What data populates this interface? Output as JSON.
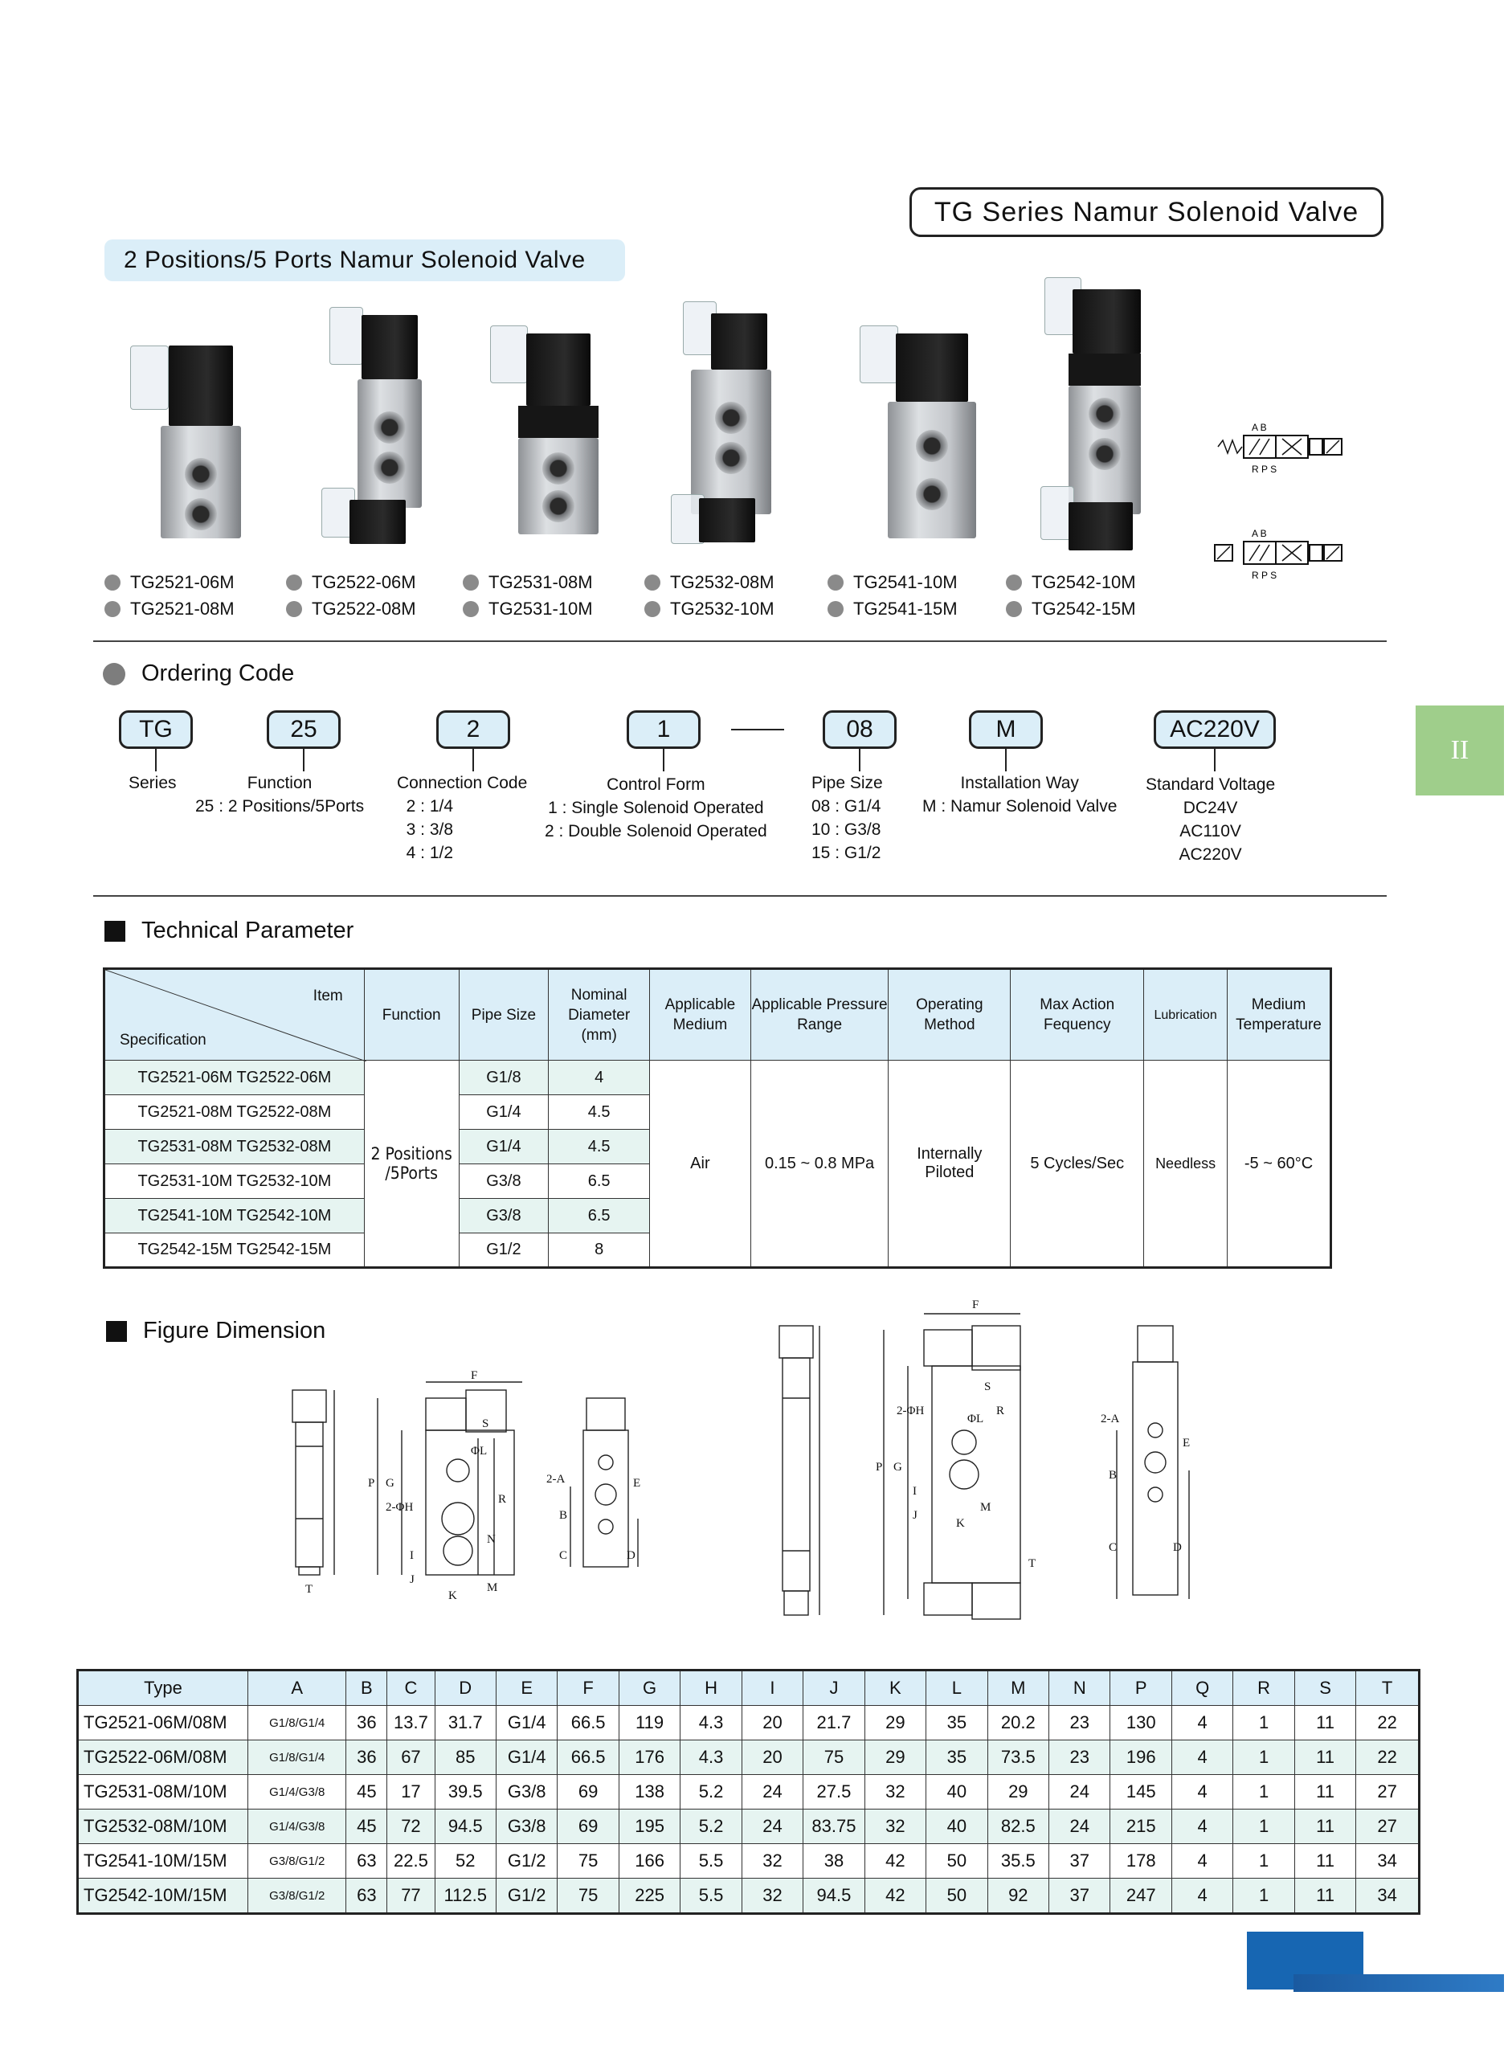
{
  "header": {
    "series_title": "TG Series Namur Solenoid Valve",
    "subtitle": "2 Positions/5 Ports Namur Solenoid Valve",
    "side_tab": "II"
  },
  "models": [
    [
      "TG2521-06M",
      "TG2521-08M"
    ],
    [
      "TG2522-06M",
      "TG2522-08M"
    ],
    [
      "TG2531-08M",
      "TG2531-10M"
    ],
    [
      "TG2532-08M",
      "TG2532-10M"
    ],
    [
      "TG2541-10M",
      "TG2541-15M"
    ],
    [
      "TG2542-10M",
      "TG2542-15M"
    ]
  ],
  "symbols": {
    "ports_top": "A  B",
    "ports_bottom": "R P S"
  },
  "ordering": {
    "heading": "Ordering Code",
    "codes": [
      "TG",
      "25",
      "2",
      "1",
      "08",
      "M",
      "AC220V"
    ],
    "series": "Series",
    "function": "Function\n25 : 2 Positions/5Ports",
    "connection": "Connection Code\n  2 : 1/4\n  3 : 3/8\n  4 : 1/2",
    "control": "Control Form\n1 : Single Solenoid Operated\n2 : Double Solenoid Operated",
    "pipe": "Pipe Size\n08 : G1/4\n10 : G3/8\n15 : G1/2",
    "install": "Installation Way\nM : Namur Solenoid Valve",
    "voltage": "Standard Voltage\nDC24V\nAC110V\nAC220V"
  },
  "tech": {
    "heading": "Technical Parameter",
    "corner_item": "Item",
    "corner_spec": "Specification",
    "headers": [
      "Function",
      "Pipe Size",
      "Nominal Diameter (mm)",
      "Applicable Medium",
      "Applicable Pressure Range",
      "Operating Method",
      "Max Action Fequency",
      "Lubrication",
      "Medium Temperature"
    ],
    "rows": [
      [
        "TG2521-06M  TG2522-06M",
        "G1/8",
        "4"
      ],
      [
        "TG2521-08M  TG2522-08M",
        "G1/4",
        "4.5"
      ],
      [
        "TG2531-08M  TG2532-08M",
        "G1/4",
        "4.5"
      ],
      [
        "TG2531-10M  TG2532-10M",
        "G3/8",
        "6.5"
      ],
      [
        "TG2541-10M  TG2542-10M",
        "G3/8",
        "6.5"
      ],
      [
        "TG2542-15M  TG2542-15M",
        "G1/2",
        "8"
      ]
    ],
    "function": "2 Positions /5Ports",
    "medium": "Air",
    "pressure": "0.15 ~ 0.8 MPa",
    "method": "Internally Piloted",
    "frequency": "5 Cycles/Sec",
    "lubrication": "Needless",
    "temperature": "-5 ~ 60°C"
  },
  "figure": {
    "heading": "Figure Dimension",
    "labels": [
      "F",
      "G",
      "P",
      "2-ΦH",
      "ΦL",
      "S",
      "R",
      "I",
      "J",
      "K",
      "M",
      "N",
      "T",
      "2-A",
      "E",
      "B",
      "C",
      "D"
    ]
  },
  "dims": {
    "headers": [
      "Type",
      "A",
      "B",
      "C",
      "D",
      "E",
      "F",
      "G",
      "H",
      "I",
      "J",
      "K",
      "L",
      "M",
      "N",
      "P",
      "Q",
      "R",
      "S",
      "T"
    ],
    "rows": [
      [
        "TG2521-06M/08M",
        "G1/8/G1/4",
        "36",
        "13.7",
        "31.7",
        "G1/4",
        "66.5",
        "119",
        "4.3",
        "20",
        "21.7",
        "29",
        "35",
        "20.2",
        "23",
        "130",
        "4",
        "1",
        "11",
        "22"
      ],
      [
        "TG2522-06M/08M",
        "G1/8/G1/4",
        "36",
        "67",
        "85",
        "G1/4",
        "66.5",
        "176",
        "4.3",
        "20",
        "75",
        "29",
        "35",
        "73.5",
        "23",
        "196",
        "4",
        "1",
        "11",
        "22"
      ],
      [
        "TG2531-08M/10M",
        "G1/4/G3/8",
        "45",
        "17",
        "39.5",
        "G3/8",
        "69",
        "138",
        "5.2",
        "24",
        "27.5",
        "32",
        "40",
        "29",
        "24",
        "145",
        "4",
        "1",
        "11",
        "27"
      ],
      [
        "TG2532-08M/10M",
        "G1/4/G3/8",
        "45",
        "72",
        "94.5",
        "G3/8",
        "69",
        "195",
        "5.2",
        "24",
        "83.75",
        "32",
        "40",
        "82.5",
        "24",
        "215",
        "4",
        "1",
        "11",
        "27"
      ],
      [
        "TG2541-10M/15M",
        "G3/8/G1/2",
        "63",
        "22.5",
        "52",
        "G1/2",
        "75",
        "166",
        "5.5",
        "32",
        "38",
        "42",
        "50",
        "35.5",
        "37",
        "178",
        "4",
        "1",
        "11",
        "34"
      ],
      [
        "TG2542-10M/15M",
        "G3/8/G1/2",
        "63",
        "77",
        "112.5",
        "G1/2",
        "75",
        "225",
        "5.5",
        "32",
        "94.5",
        "42",
        "50",
        "92",
        "37",
        "247",
        "4",
        "1",
        "11",
        "34"
      ]
    ]
  }
}
